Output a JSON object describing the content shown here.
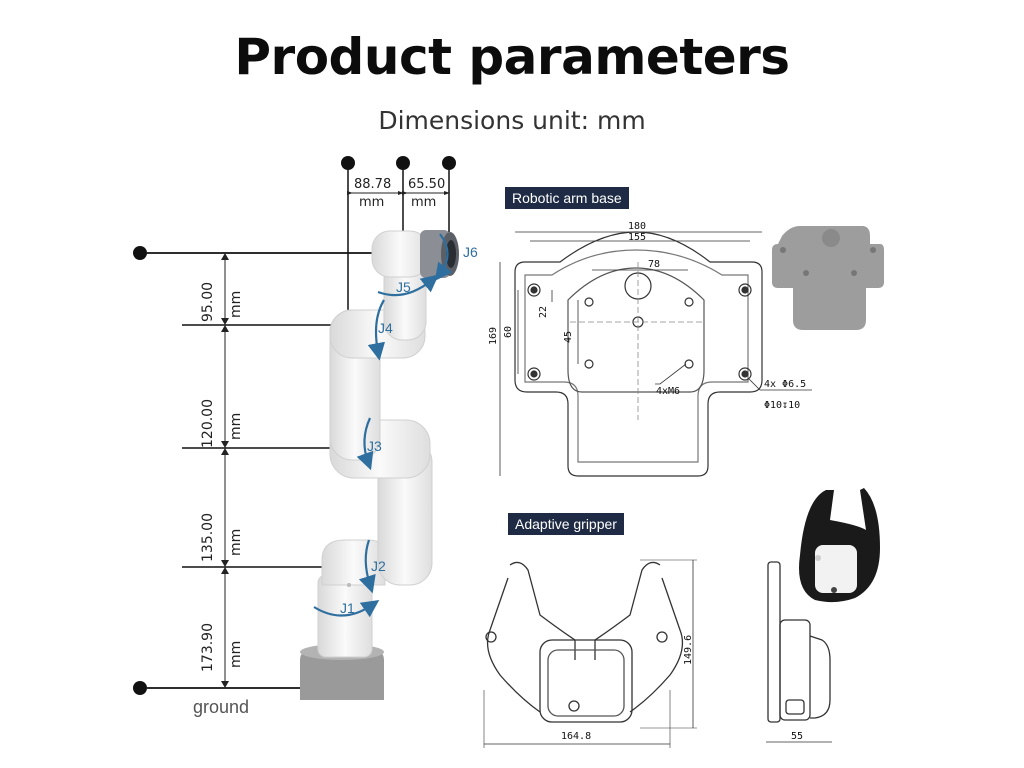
{
  "header": {
    "title": "Product parameters",
    "subtitle": "Dimensions unit: mm"
  },
  "arm": {
    "top_offsets": [
      {
        "value": "88.78",
        "unit": "mm"
      },
      {
        "value": "65.50",
        "unit": "mm"
      }
    ],
    "segments": [
      {
        "value": "95.00",
        "unit": "mm"
      },
      {
        "value": "120.00",
        "unit": "mm"
      },
      {
        "value": "135.00",
        "unit": "mm"
      },
      {
        "value": "173.90",
        "unit": "mm"
      }
    ],
    "joints": [
      "J1",
      "J2",
      "J3",
      "J4",
      "J5",
      "J6"
    ],
    "ground_label": "ground"
  },
  "base": {
    "tag": "Robotic arm base",
    "dims": {
      "width_outer": "180",
      "width_inner": "155",
      "center": "78",
      "offset": "22",
      "height_outer": "169",
      "height_mid": "60",
      "height_inner": "45",
      "thread": "4xM6",
      "holes": "4x Φ6.5",
      "counterbore": "Φ10↧10"
    }
  },
  "gripper": {
    "tag": "Adaptive gripper",
    "dims": {
      "width": "164.8",
      "height": "149.6",
      "depth": "55"
    }
  },
  "colors": {
    "tag_bg": "#1f2b45",
    "joint_arrow": "#2f6f9f",
    "arm_body": "#f0f0f0",
    "base_gray": "#9a9a9a"
  }
}
